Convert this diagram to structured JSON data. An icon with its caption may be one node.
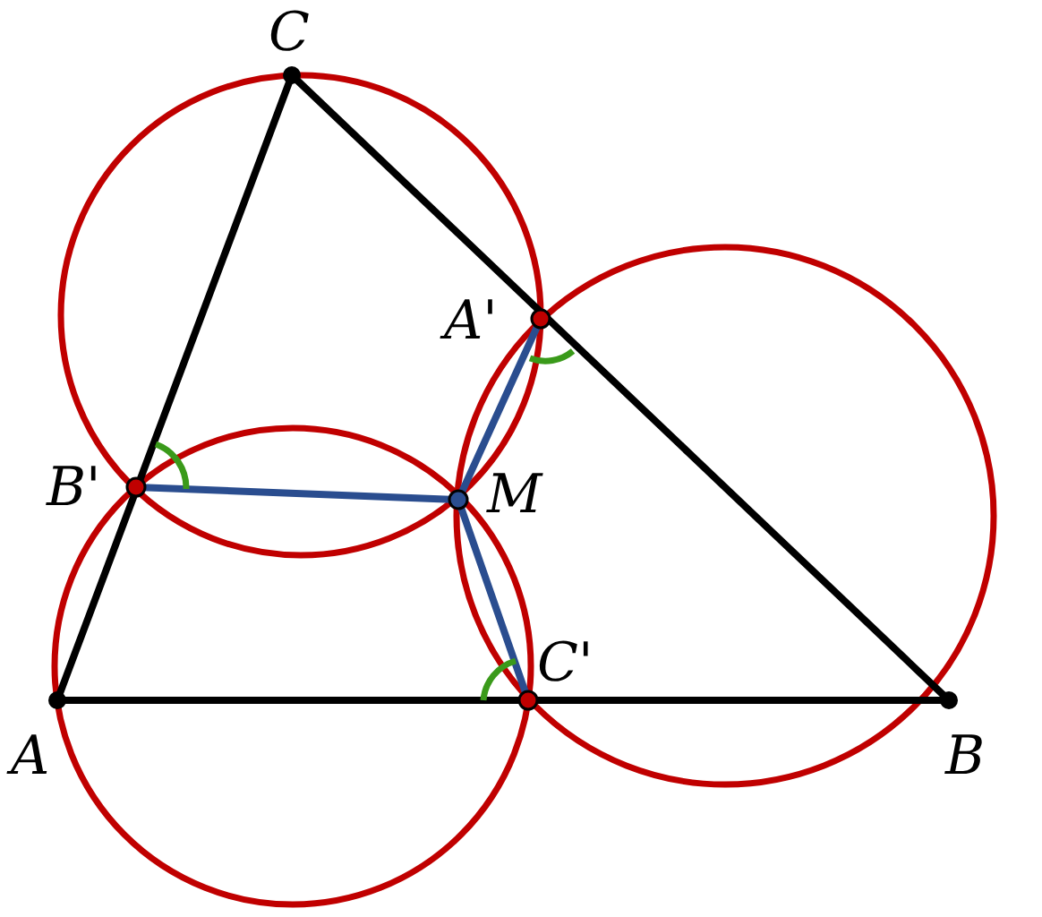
{
  "diagram": {
    "labels": [
      "C",
      "A'",
      "B'",
      "M",
      "C'",
      "A",
      "B"
    ]
  }
}
